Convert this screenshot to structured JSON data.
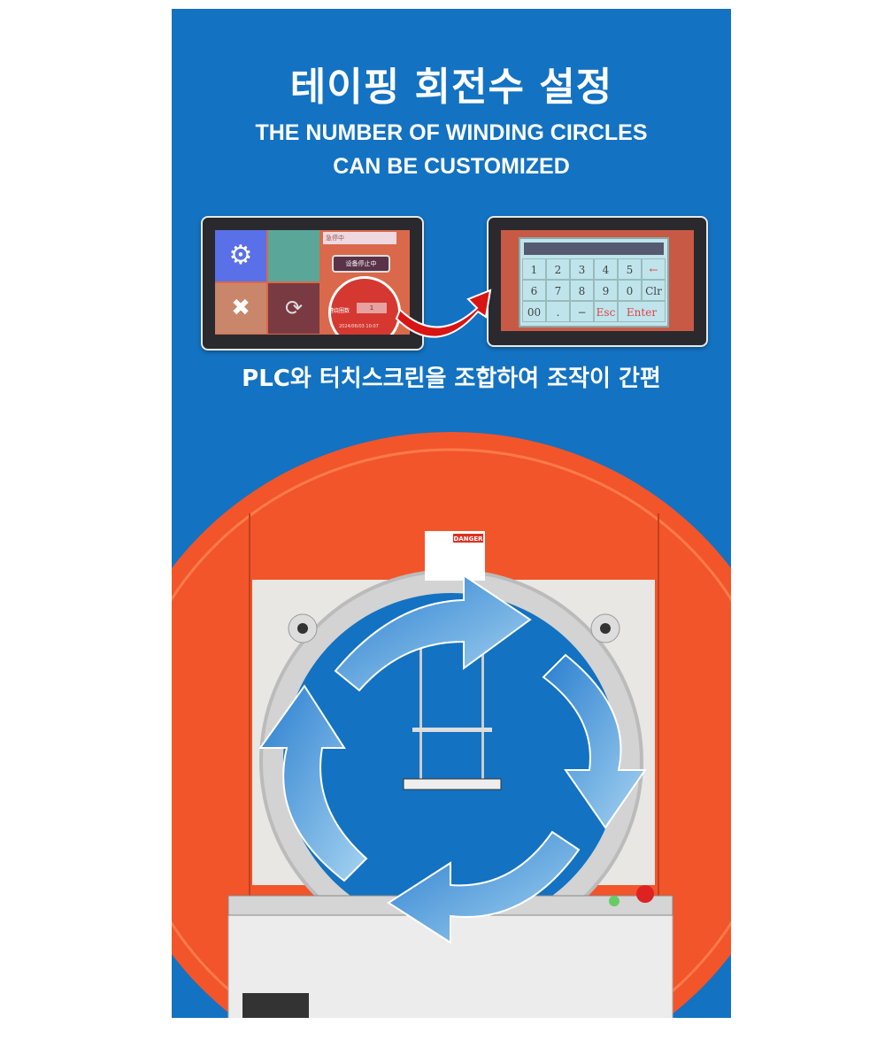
{
  "title": "테이핑 회전수 설정",
  "subtitle": [
    "THE NUMBER OF WINDING CIRCLES",
    "CAN BE CUSTOMIZED"
  ],
  "caption": "PLC와 터치스크린을 조합하여 조작이 간편",
  "screen_left": {
    "status": "急停中",
    "button": "设备停止中",
    "field_label": "缠绕圈数",
    "field_value": "1",
    "datetime": "2024/06/03 10:07"
  },
  "screen_right": {
    "keys": [
      "1",
      "2",
      "3",
      "4",
      "5",
      "←",
      "6",
      "7",
      "8",
      "9",
      "0",
      "Clr",
      "00",
      ".",
      "−",
      "Esc",
      "Enter"
    ]
  },
  "machine": {
    "label": "DANGER"
  },
  "colors": {
    "panel": "#1372c1",
    "dome": "#f2552a",
    "arrow": "#7fbde8",
    "callout": "#d81414"
  }
}
